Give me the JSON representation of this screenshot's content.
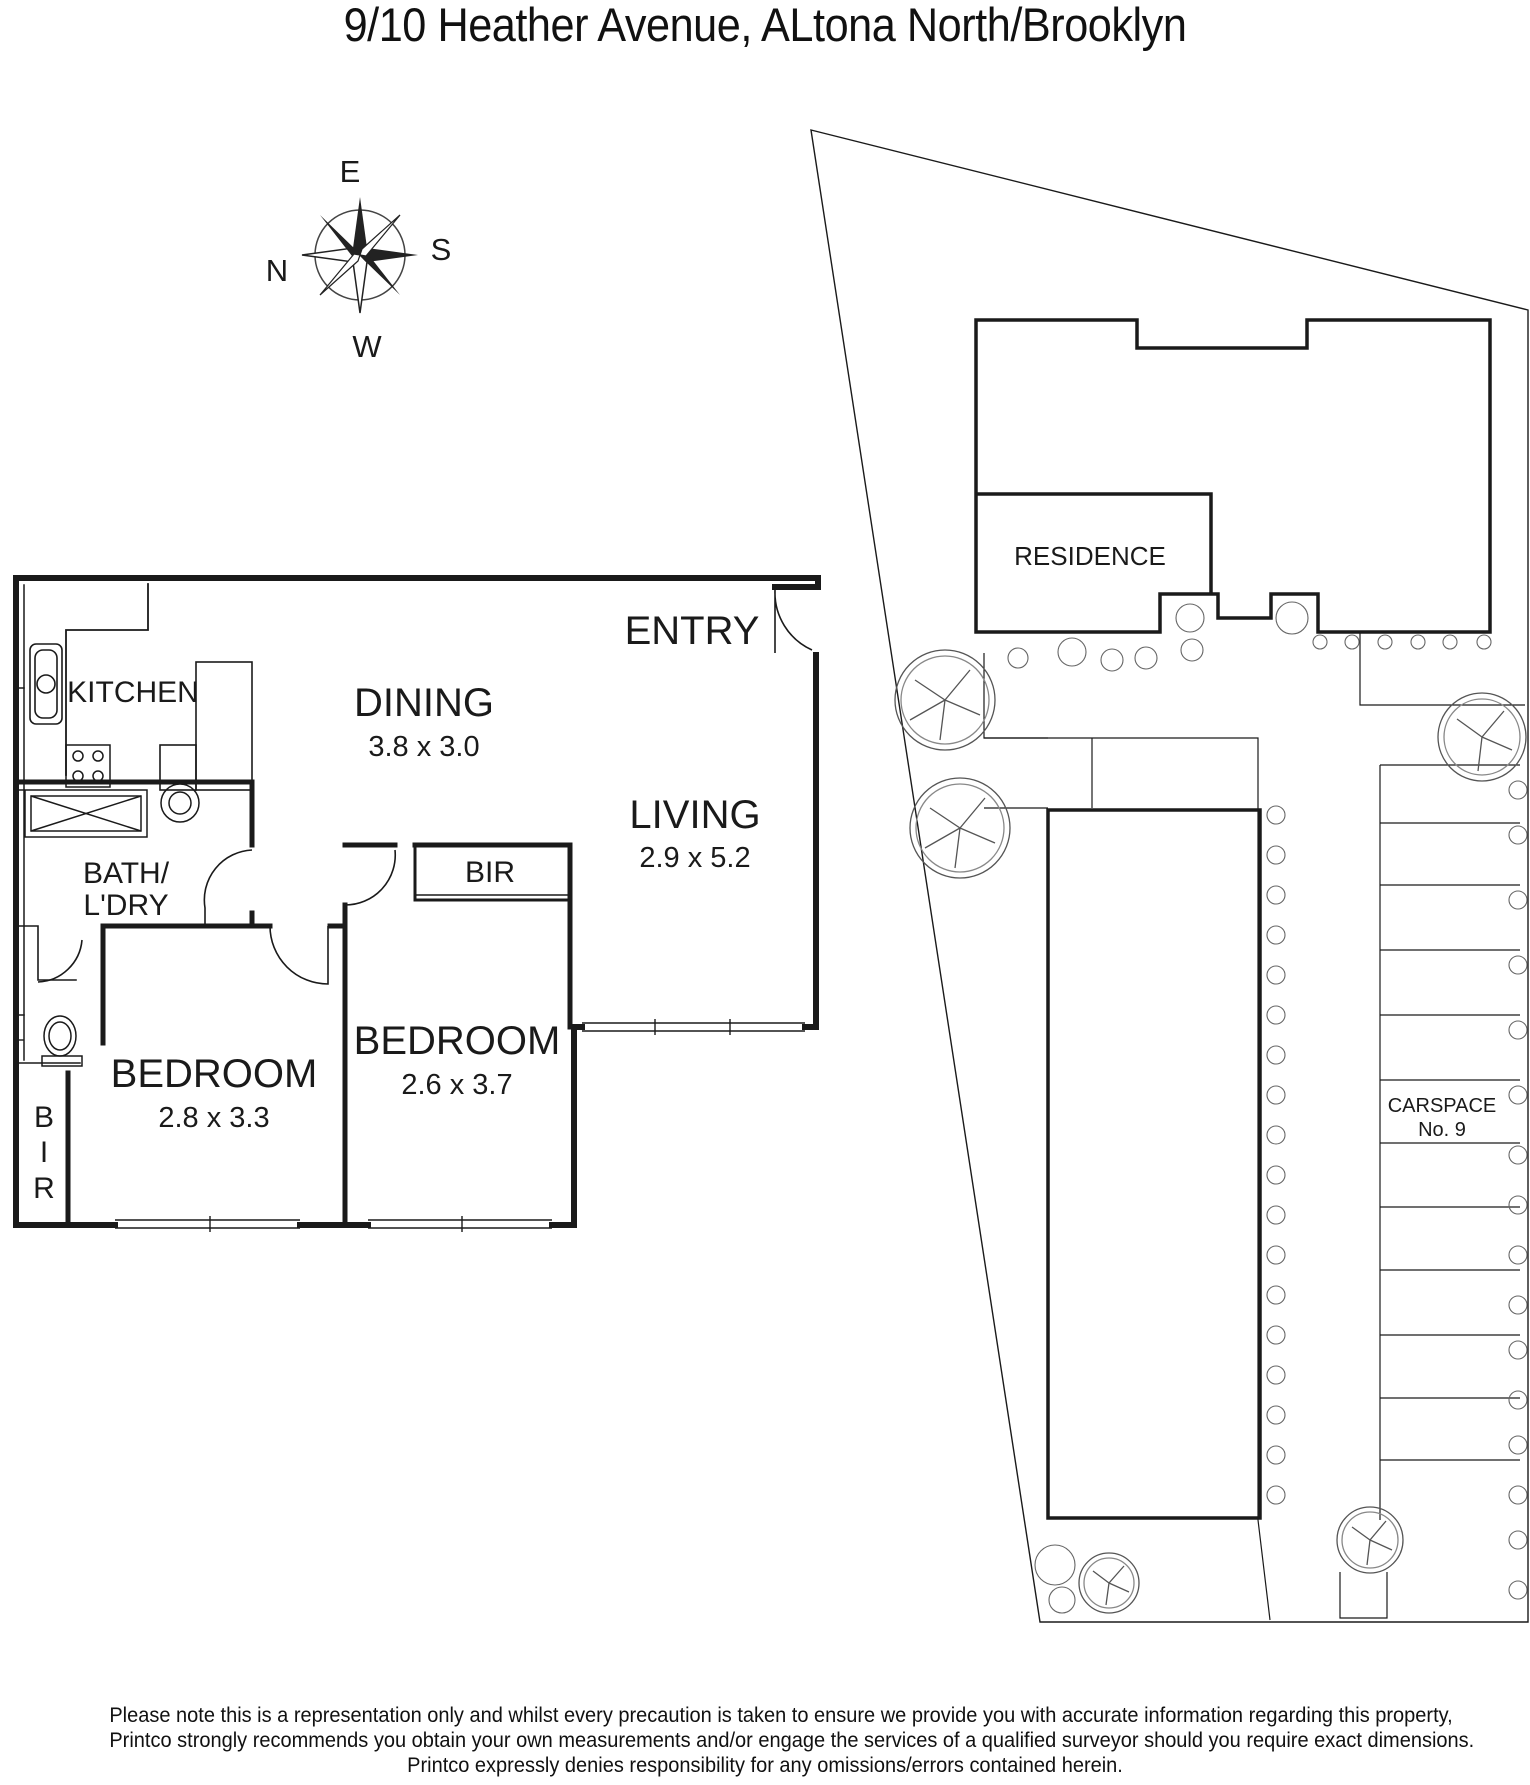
{
  "title": "9/10 Heather Avenue, ALtona North/Brooklyn",
  "compass": {
    "north": "N",
    "east": "E",
    "south": "S",
    "west": "W"
  },
  "rooms": {
    "kitchen": {
      "label": "KITCHEN"
    },
    "dining": {
      "label": "DINING",
      "size": "3.8 x 3.0"
    },
    "entry": {
      "label": "ENTRY"
    },
    "living": {
      "label": "LIVING",
      "size": "2.9 x 5.2"
    },
    "bath_line1": "BATH/",
    "bath_line2": "L'DRY",
    "bir_top": "BIR",
    "bir_left": [
      "B",
      "I",
      "R"
    ],
    "bedroom_left": {
      "label": "BEDROOM",
      "size": "2.8 x 3.3"
    },
    "bedroom_right": {
      "label": "BEDROOM",
      "size": "2.6 x 3.7"
    }
  },
  "site": {
    "residence": "RESIDENCE",
    "carspace_line1": "CARSPACE",
    "carspace_line2": "No. 9"
  },
  "disclaimer": [
    "Please note this is a representation only and whilst every precaution is taken to ensure we provide you with accurate information regarding this property,",
    "Printco strongly recommends you obtain your own measurements and/or engage the services of a qualified surveyor should you require exact dimensions.",
    "Printco expressly denies responsibility for any omissions/errors contained herein."
  ]
}
